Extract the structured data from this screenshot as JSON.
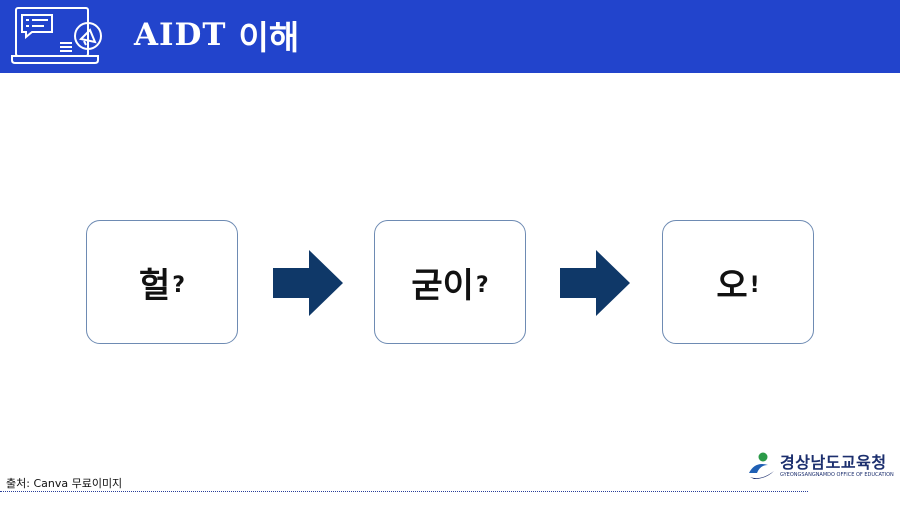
{
  "header": {
    "title_latin": "AIDT",
    "title_ko": "이해",
    "icon": "laptop-chat-megaphone-icon",
    "background": "#2244cc"
  },
  "flow": {
    "cards": [
      {
        "main": "헐",
        "mark": "?"
      },
      {
        "main": "굳이",
        "mark": "?"
      },
      {
        "main": "오",
        "mark": "!"
      }
    ],
    "arrow_color": "#0f3868",
    "card_border_color": "#6e8bb3"
  },
  "footer": {
    "source": "출처: Canva 무료이미지",
    "logo_ko": "경상남도교육청",
    "logo_en": "GYEONGSANGNAMDO OFFICE OF EDUCATION",
    "logo_icon": "education-office-emblem-icon"
  }
}
